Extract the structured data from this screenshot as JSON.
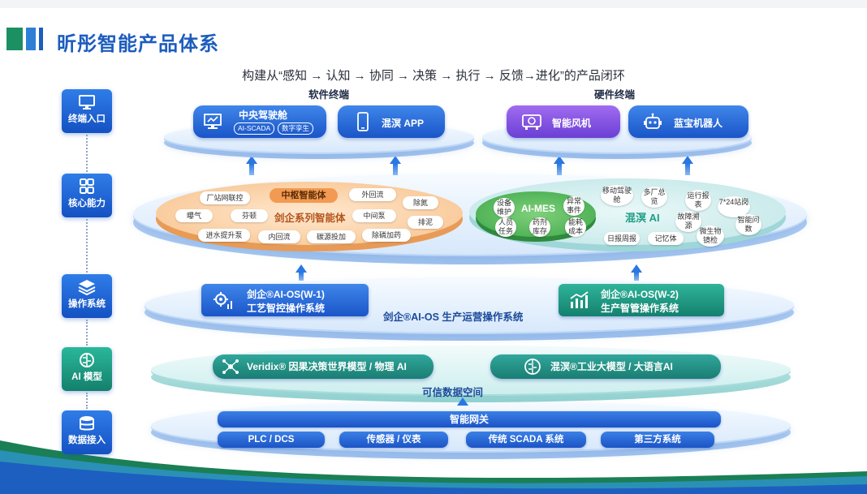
{
  "header": {
    "title": "昕彤智能产品体系",
    "subtitle": "构建从“感知 → 认知 → 协同 → 决策 → 执行 → 反馈→进化”的产品闭环"
  },
  "sections": {
    "software": "软件终端",
    "hardware": "硬件终端"
  },
  "nav": [
    {
      "label": "终端入口",
      "icon": "monitor-icon"
    },
    {
      "label": "核心能力",
      "icon": "grid-icon"
    },
    {
      "label": "操作系统",
      "icon": "layers-icon"
    },
    {
      "label": "AI 模型",
      "icon": "brain-icon"
    },
    {
      "label": "数据接入",
      "icon": "database-icon"
    }
  ],
  "terminals": {
    "cockpit": {
      "label": "中央驾驶舱",
      "tags": [
        "AI-SCADA",
        "数字孪生"
      ],
      "icon": "dashboard-icon"
    },
    "app": {
      "label": "混溟 APP",
      "icon": "phone-icon"
    },
    "fan": {
      "label": "智能风机",
      "icon": "fan-icon"
    },
    "robot": {
      "label": "蓝宝机器人",
      "icon": "robot-icon"
    }
  },
  "core": {
    "agent_center": "中枢智能体",
    "agent_series": "剑企系列智能体",
    "agent_chips": [
      "厂站网联控",
      "外回流",
      "除氮",
      "曝气",
      "芬顿",
      "中间泵",
      "排泥",
      "进水提升泵",
      "内回流",
      "碳源投加",
      "除磷加药"
    ],
    "mes_label": "AI-MES",
    "mes_chips": [
      "设备维护",
      "异常事件",
      "人员任务",
      "药剂库存",
      "能耗成本"
    ],
    "hunming_label": "混溟 AI",
    "hunming_chips": [
      "移动驾驶舱",
      "多厂总览",
      "运行报表",
      "7*24站岗",
      "故障溯源",
      "智能问数",
      "微生物镜检",
      "日报周报",
      "记忆体"
    ]
  },
  "os": {
    "platform_label": "剑企®AI-OS 生产运营操作系统",
    "w1_title": "剑企®AI-OS(W-1)",
    "w1_sub": "工艺智控操作系统",
    "w2_title": "剑企®AI-OS(W-2)",
    "w2_sub": "生产智管操作系统"
  },
  "ai": {
    "veridix": "Veridix® 因果决策世界模型 / 物理 AI",
    "hunming": "混溟®工业大模型 / 大语言AI",
    "trusted_space": "可信数据空间"
  },
  "data": {
    "gateway": "智能网关",
    "sources": [
      "PLC / DCS",
      "传感器 / 仪表",
      "传统 SCADA 系统",
      "第三方系统"
    ]
  },
  "colors": {
    "primary": "#1c5dbd",
    "accent_green": "#1f9e86",
    "agent_orange": "#f7b97a",
    "mes_green": "#3aa84a"
  }
}
